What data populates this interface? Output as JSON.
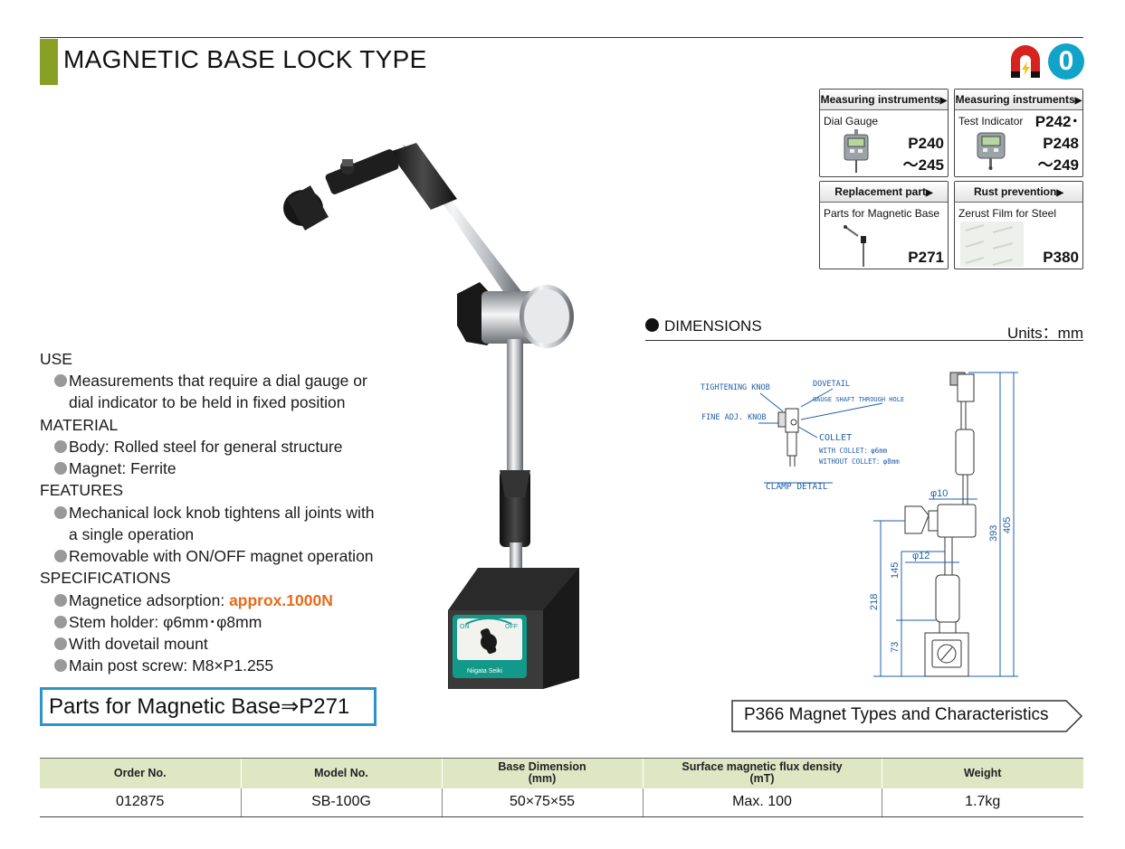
{
  "header": {
    "title": "MAGNETIC BASE LOCK TYPE",
    "icon_magnet": "magnet-icon",
    "icon_onoff": "0"
  },
  "ref_boxes": [
    {
      "head": "Measuring instruments",
      "sub": "Dial Gauge",
      "page_lines": [
        "P240",
        "～245"
      ]
    },
    {
      "head": "Measuring instruments",
      "sub": "Test Indicator",
      "page_lines": [
        "P242･",
        "P248",
        "～249"
      ]
    },
    {
      "head": "Replacement part",
      "sub": "Parts for Magnetic Base",
      "page_lines": [
        "P271"
      ]
    },
    {
      "head": "Rust prevention",
      "sub": "Zerust Film for Steel",
      "page_lines": [
        "P380"
      ]
    }
  ],
  "dimensions": {
    "heading": "DIMENSIONS",
    "units": "Units：mm",
    "clamp_labels": {
      "tightening_knob": "TIGHTENING KNOB",
      "dovetail": "DOVETAIL",
      "gauge_shaft": "GAUGE SHAFT THROUGH HOLE",
      "fine_adj": "FINE ADJ. KNOB",
      "collet": "COLLET",
      "with_collet": "WITH COLLET：φ6mm",
      "without_collet": "WITHOUT COLLET：φ8mm",
      "clamp_detail": "CLAMP DETAIL"
    },
    "numbers": {
      "d10": "φ10",
      "d12": "φ12",
      "h393": "393",
      "h405": "405",
      "h145": "145",
      "h218": "218",
      "h73": "73"
    }
  },
  "specs": {
    "use_head": "USE",
    "use_item1_a": "Measurements that require a dial gauge or",
    "use_item1_b": "dial indicator to be held in fixed position",
    "material_head": "MATERIAL",
    "material_item1": "Body: Rolled steel for general structure",
    "material_item2": "Magnet: Ferrite",
    "features_head": "FEATURES",
    "features_item1_a": "Mechanical lock knob tightens all joints with",
    "features_item1_b": "a single operation",
    "features_item2": "Removable with ON/OFF magnet operation",
    "specifications_head": "SPECIFICATIONS",
    "spec_item1_label": "Magnetice adsorption: ",
    "spec_item1_value": "approx.1000N",
    "spec_item2": "Stem holder: φ6mm･φ8mm",
    "spec_item3": "With dovetail mount",
    "spec_item4": "Main post screw: M8×P1.255"
  },
  "parts_link": "Parts for Magnetic Base⇒P271",
  "magnet_link": "P366 Magnet Types and Characteristics",
  "product_label": {
    "on": "ON",
    "off": "OFF",
    "brand": "Niigata Seiki"
  },
  "table": {
    "headers": [
      "Order No.",
      "Model No.",
      "Base Dimension\n(mm)",
      "Surface magnetic flux density\n(mT)",
      "Weight"
    ],
    "header_lines": [
      [
        "Order No."
      ],
      [
        "Model No."
      ],
      [
        "Base Dimension",
        "(mm)"
      ],
      [
        "Surface magnetic flux density",
        "(mT)"
      ],
      [
        "Weight"
      ]
    ],
    "rows": [
      [
        "012875",
        "SB-100G",
        "50×75×55",
        "Max. 100",
        "1.7kg"
      ]
    ]
  },
  "colors": {
    "title_accent": "#8aa025",
    "link_border": "#2b95c7",
    "accent_orange": "#e86a1a",
    "table_header": "#dfe6c4",
    "diagram_blue": "#1f5fa8"
  }
}
